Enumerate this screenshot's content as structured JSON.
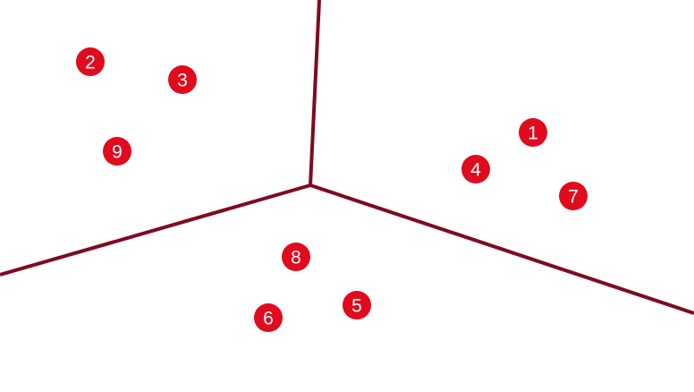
{
  "colors": {
    "background": "#ffffff",
    "partition_line": "#7f0a22",
    "marker_fill": "#e00b1c",
    "marker_text": "#ffffff"
  },
  "markers": [
    {
      "label": "1"
    },
    {
      "label": "2"
    },
    {
      "label": "3"
    },
    {
      "label": "4"
    },
    {
      "label": "5"
    },
    {
      "label": "6"
    },
    {
      "label": "7"
    },
    {
      "label": "8"
    },
    {
      "label": "9"
    }
  ]
}
